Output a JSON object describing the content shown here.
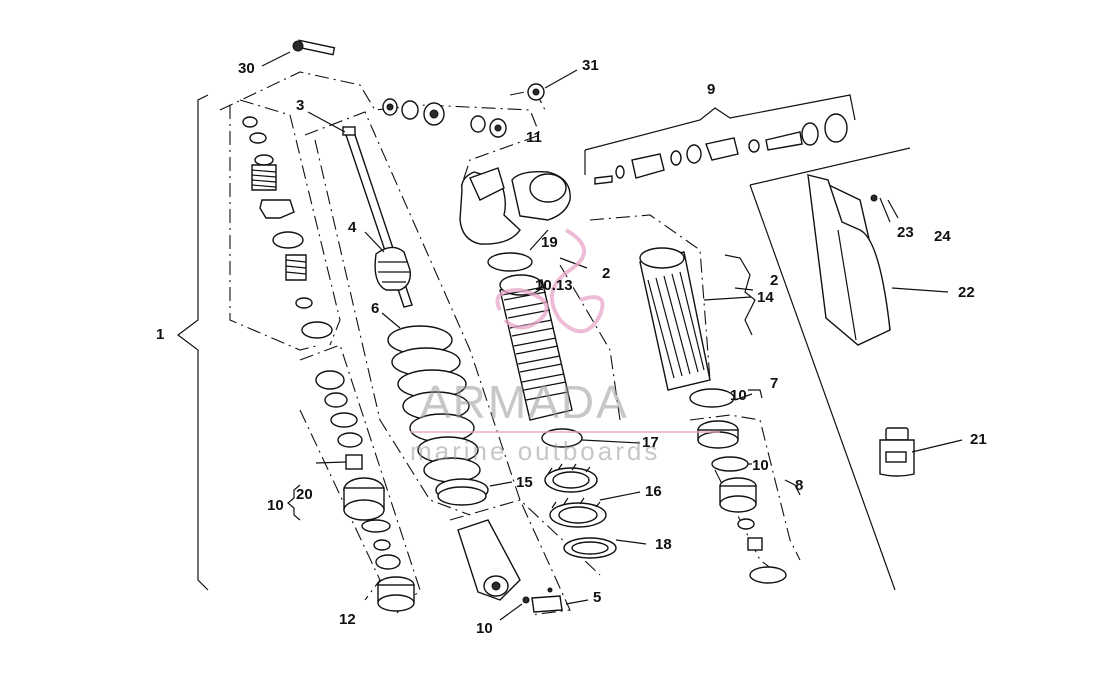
{
  "labels": {
    "l30": "30",
    "l31": "31",
    "l9": "9",
    "l3": "3",
    "l11": "11",
    "l23": "23",
    "l24": "24",
    "l4": "4",
    "l19": "19",
    "l2a": "2",
    "l2b": "2",
    "l22": "22",
    "l1013": "10.13",
    "l14": "14",
    "l6": "6",
    "l1": "1",
    "l7": "7",
    "l10a": "10",
    "l10b": "10",
    "l21": "21",
    "l17": "17",
    "l15": "15",
    "l16": "16",
    "l8": "8",
    "l20": "20",
    "l10c": "10",
    "l18": "18",
    "l5": "5",
    "l12": "12",
    "l10d": "10"
  },
  "watermark": {
    "title": "ARMADA",
    "subtitle": "marine outboards",
    "color": "#e8a6c8"
  }
}
